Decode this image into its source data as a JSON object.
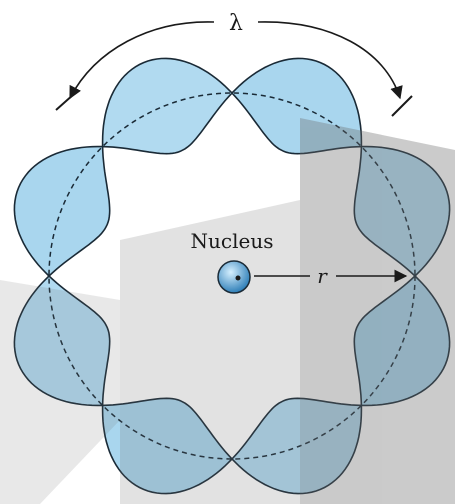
{
  "diagram": {
    "wavelength_symbol": "λ",
    "nucleus_label": "Nucleus",
    "radius_symbol": "r",
    "lobe_count": 8,
    "colors": {
      "lobe_fill": "#a9d6ee",
      "lobe_stroke": "#1a2a36",
      "nucleus_fill": "#4f9dd0",
      "watermark": "#6a6a6a"
    }
  }
}
